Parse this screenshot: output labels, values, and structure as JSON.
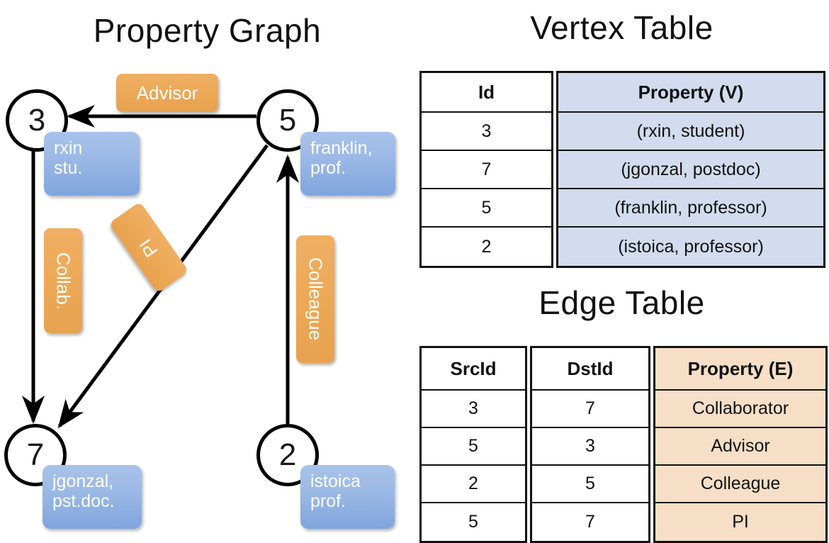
{
  "titles": {
    "property_graph": "Property Graph",
    "vertex_table": "Vertex Table",
    "edge_table": "Edge Table"
  },
  "colors": {
    "vertex_fill": "#d2dcee",
    "edge_fill": "#f6dfc6",
    "node_property_box": "#9cb9e6",
    "edge_label_box": "#eda957",
    "stroke": "#000000"
  },
  "graph": {
    "nodes": [
      {
        "id": "3",
        "property": {
          "line1": "rxin",
          "line2": "stu."
        }
      },
      {
        "id": "5",
        "property": {
          "line1": "franklin,",
          "line2": "prof."
        }
      },
      {
        "id": "7",
        "property": {
          "line1": "jgonzal,",
          "line2": "pst.doc."
        }
      },
      {
        "id": "2",
        "property": {
          "line1": "istoica",
          "line2": "prof."
        }
      }
    ],
    "edge_labels": [
      {
        "name": "advisor",
        "text": "Advisor"
      },
      {
        "name": "collab",
        "text": "Collab."
      },
      {
        "name": "pi",
        "text": "PI"
      },
      {
        "name": "colleague",
        "text": "Colleague"
      }
    ],
    "edges": [
      {
        "from": "5",
        "to": "3",
        "label": "Advisor"
      },
      {
        "from": "3",
        "to": "7",
        "label": "Collab."
      },
      {
        "from": "5",
        "to": "7",
        "label": "PI"
      },
      {
        "from": "2",
        "to": "5",
        "label": "Colleague"
      }
    ]
  },
  "vertex_table": {
    "headers": [
      "Id",
      "Property (V)"
    ],
    "rows": [
      {
        "id": "3",
        "property": "(rxin, student)"
      },
      {
        "id": "7",
        "property": "(jgonzal, postdoc)"
      },
      {
        "id": "5",
        "property": "(franklin, professor)"
      },
      {
        "id": "2",
        "property": "(istoica, professor)"
      }
    ]
  },
  "edge_table": {
    "headers": [
      "SrcId",
      "DstId",
      "Property (E)"
    ],
    "rows": [
      {
        "src": "3",
        "dst": "7",
        "property": "Collaborator"
      },
      {
        "src": "5",
        "dst": "3",
        "property": "Advisor"
      },
      {
        "src": "2",
        "dst": "5",
        "property": "Colleague"
      },
      {
        "src": "5",
        "dst": "7",
        "property": "PI"
      }
    ]
  }
}
